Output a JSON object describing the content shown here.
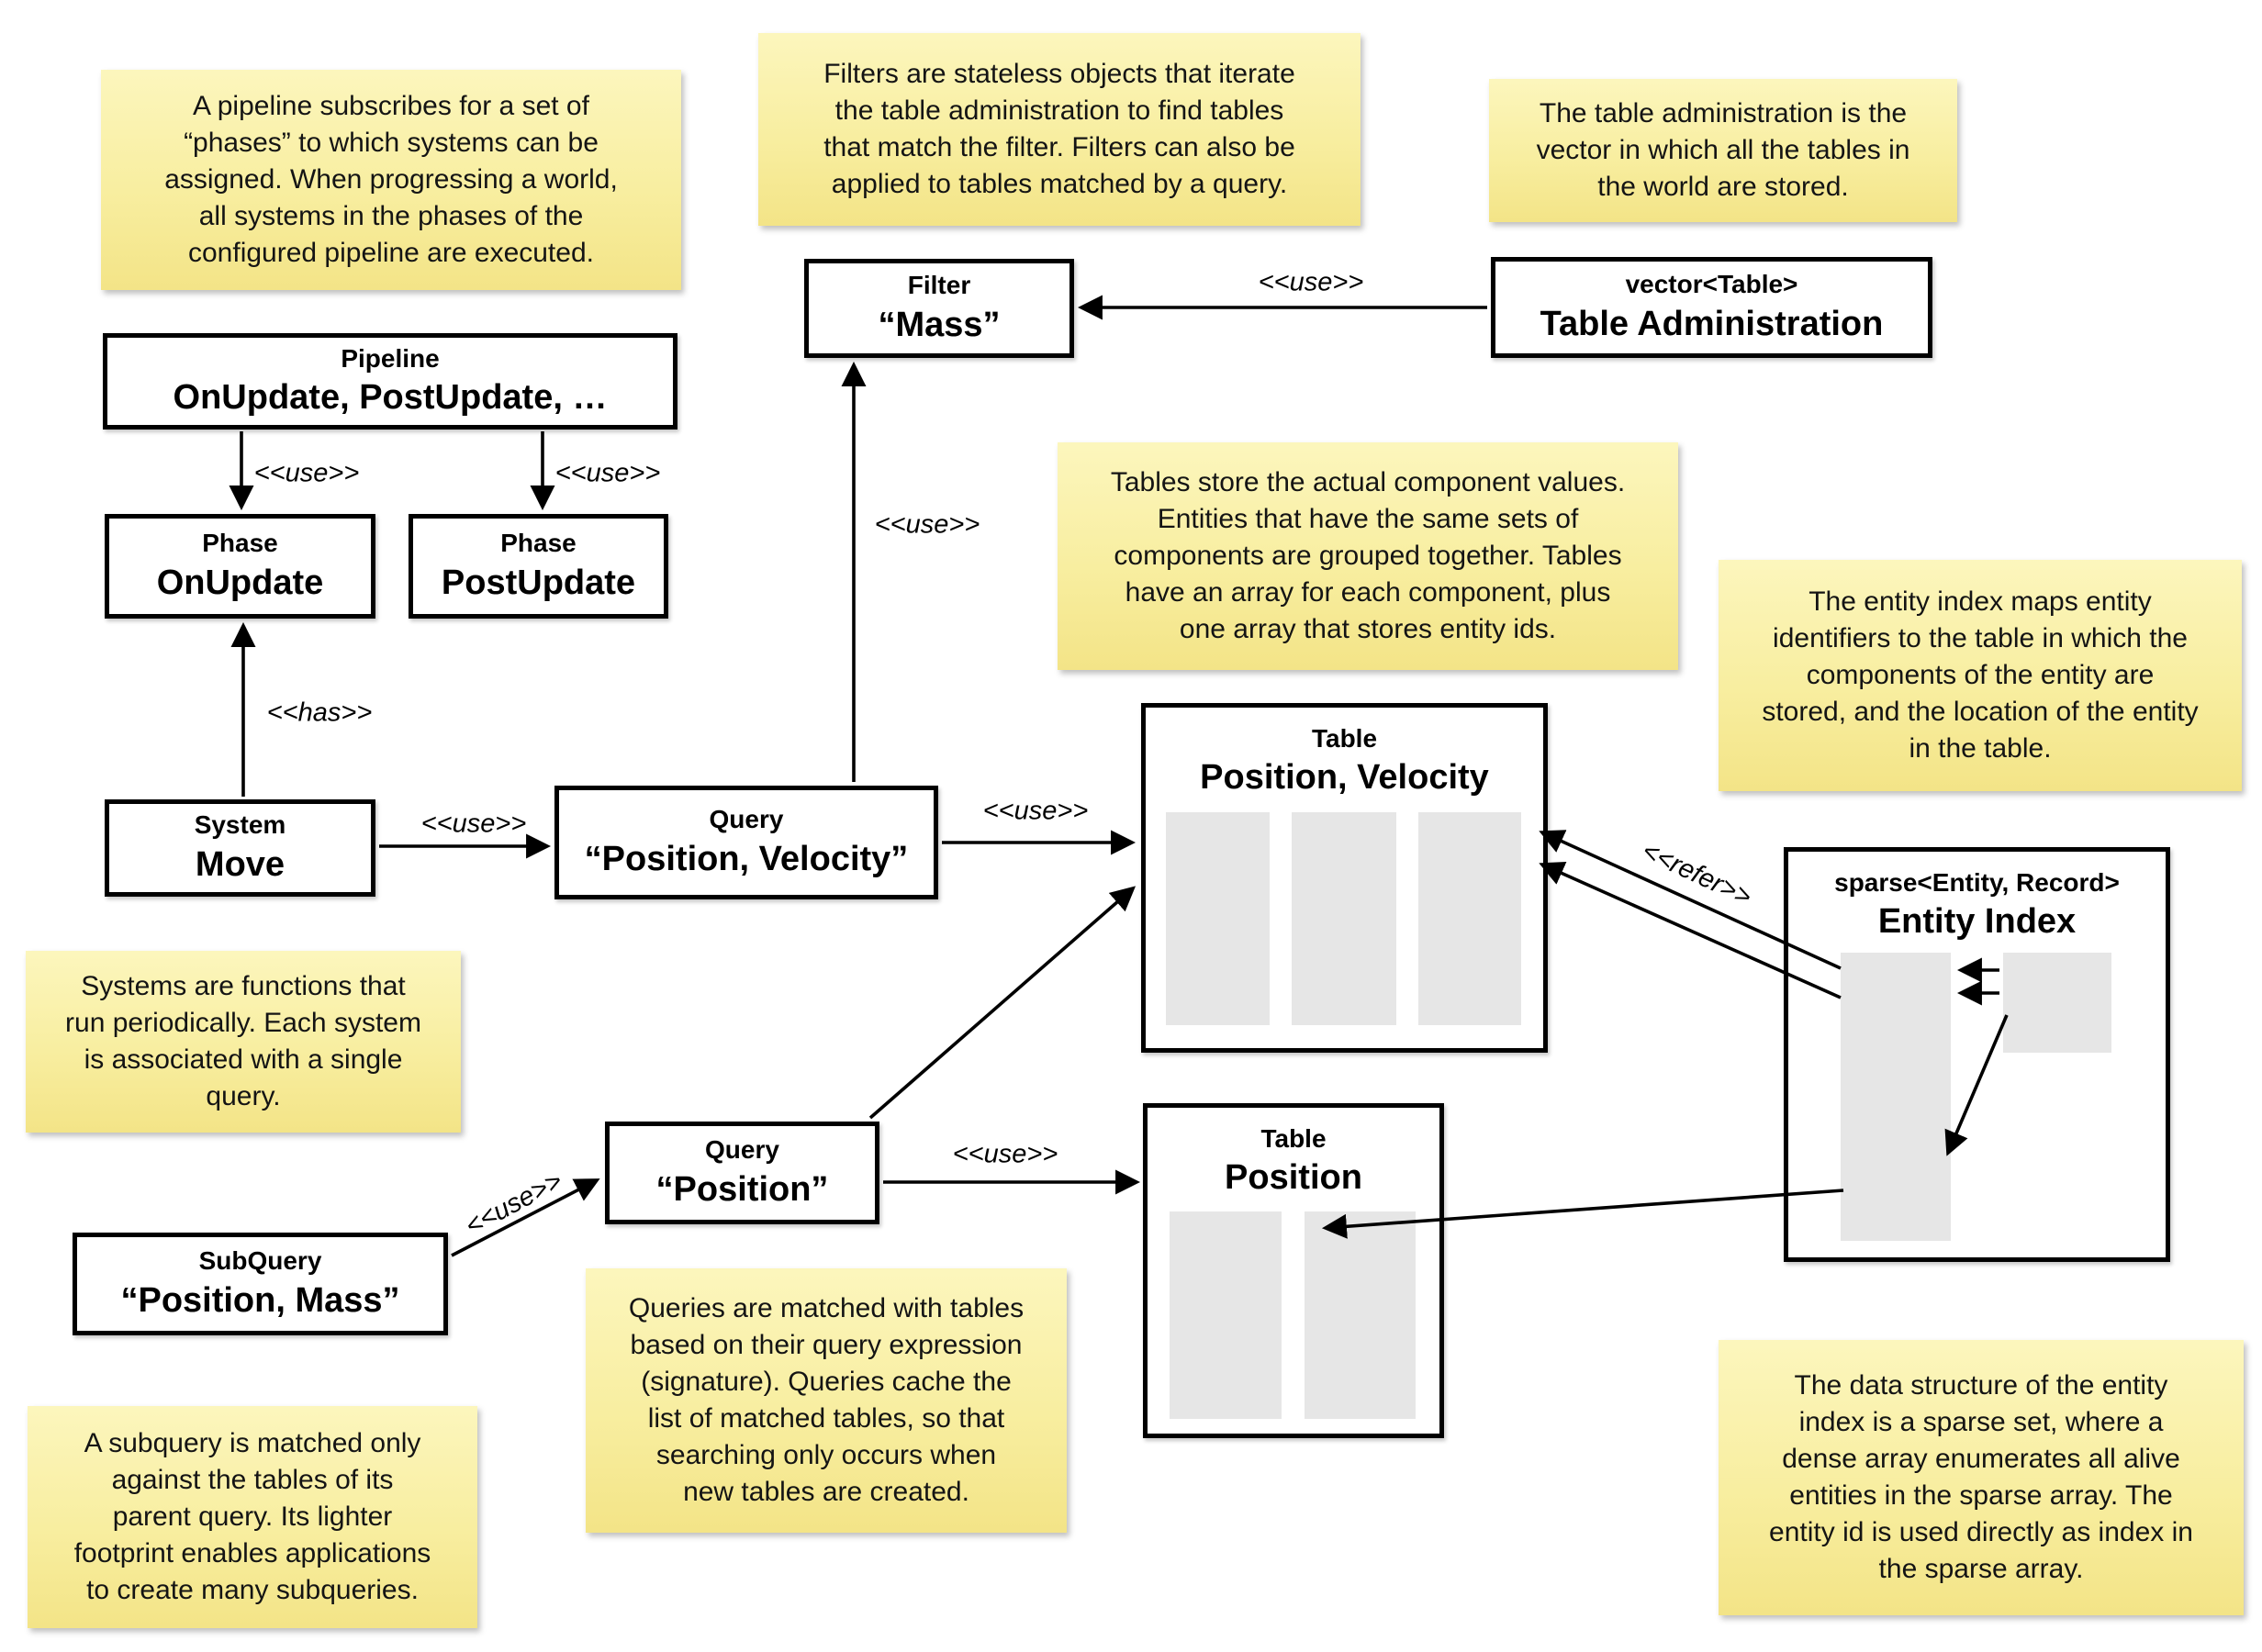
{
  "notes": {
    "pipeline": {
      "text": "A pipeline subscribes for a set of\n“phases” to which systems can be\nassigned. When progressing a world,\nall systems in the phases of the\nconfigured pipeline are executed."
    },
    "filters": {
      "text": "Filters are stateless objects that iterate\nthe table administration to find tables\nthat match the filter. Filters can also be\napplied to tables matched by a query."
    },
    "table_admin": {
      "text": "The table administration is the\nvector in which all the tables in\nthe world are stored."
    },
    "tables": {
      "text": "Tables store the actual component values.\nEntities that have the same sets of\ncomponents are grouped together. Tables\nhave an array for each component, plus\none array that stores entity ids."
    },
    "entity_index": {
      "text": "The entity index maps entity\nidentifiers to the table in which the\ncomponents of the entity are\nstored, and the location of the entity\nin the table."
    },
    "systems": {
      "text": "Systems are functions that\nrun periodically. Each system\nis associated with a single\nquery."
    },
    "queries": {
      "text": "Queries are matched with tables\nbased on their query expression\n(signature). Queries cache the\nlist of matched tables, so that\nsearching only occurs when\nnew tables are created."
    },
    "subquery": {
      "text": "A subquery is matched only\nagainst the tables of its\nparent query. Its lighter\nfootprint enables applications\nto create many subqueries."
    },
    "sparse_set": {
      "text": "The data structure of the entity\nindex is a sparse set, where a\ndense array enumerates all alive\nentities in the sparse array. The\nentity id is used directly as index in\nthe sparse array."
    }
  },
  "boxes": {
    "pipeline": {
      "title": "Pipeline",
      "label": "OnUpdate, PostUpdate, …"
    },
    "phase_onupdate": {
      "title": "Phase",
      "label": "OnUpdate"
    },
    "phase_postupdate": {
      "title": "Phase",
      "label": "PostUpdate"
    },
    "filter_mass": {
      "title": "Filter",
      "label": "“Mass”"
    },
    "table_admin": {
      "title": "vector<Table>",
      "label": "Table Administration"
    },
    "system_move": {
      "title": "System",
      "label": "Move"
    },
    "query_pos_vel": {
      "title": "Query",
      "label": "“Position, Velocity”"
    },
    "table_pos_vel": {
      "title": "Table",
      "label": "Position, Velocity"
    },
    "query_pos": {
      "title": "Query",
      "label": "“Position”"
    },
    "subquery": {
      "title": "SubQuery",
      "label": "“Position, Mass”"
    },
    "table_pos": {
      "title": "Table",
      "label": "Position"
    },
    "entity_index": {
      "title": "sparse<Entity, Record>",
      "label": "Entity Index"
    }
  },
  "edge_labels": {
    "use_pipeline_onupdate": "<<use>>",
    "use_pipeline_postupdate": "<<use>>",
    "has_system_phase": "<<has>>",
    "use_system_query": "<<use>>",
    "use_query_filter": "<<use>>",
    "use_admin_filter": "<<use>>",
    "use_querypv_table": "<<use>>",
    "use_querypos_tablepos": "<<use>>",
    "use_subquery_query": "<<use>>",
    "refer_entityindex_table": "<<refer>>"
  },
  "colors": {
    "note_top": "#fcf6bd",
    "note_bottom": "#f3e487",
    "bar_gray": "#e6e6e6",
    "line": "#000000"
  }
}
